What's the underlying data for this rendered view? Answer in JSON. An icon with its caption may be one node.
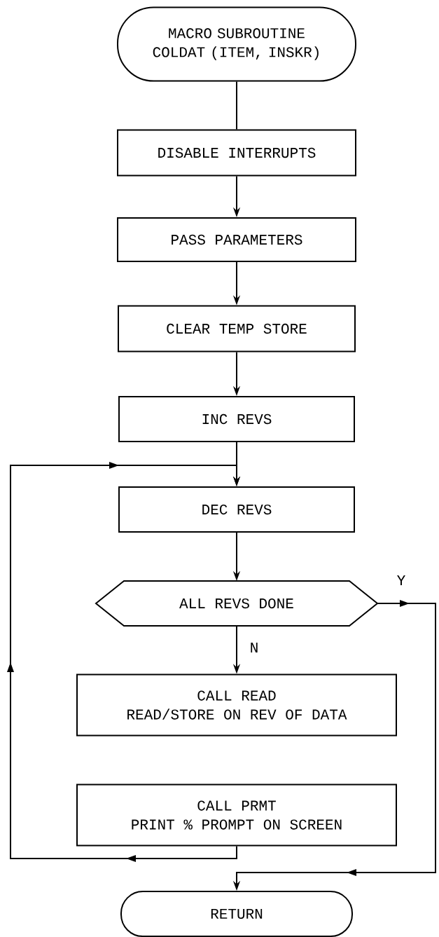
{
  "diagram": {
    "nodes": [
      {
        "text": [
          "MACRO SUBROUTINE COLDAT (ITEM, INSKR)"
        ]
      },
      {
        "text": [
          "DISABLE INTERRUPTS"
        ]
      },
      {
        "text": [
          "PASS PARAMETERS"
        ]
      },
      {
        "text": [
          "CLEAR TEMP STORE"
        ]
      },
      {
        "text": [
          "INC REVS"
        ]
      },
      {
        "text": [
          "DEC REVS"
        ]
      },
      {
        "text": [
          "ALL REVS DONE"
        ]
      },
      {
        "text": [
          "CALL READ",
          "READ/STORE ON REV OF DATA"
        ]
      },
      {
        "text": [
          "CALL PRMT",
          "PRINT % PROMPT ON SCREEN"
        ]
      },
      {
        "text": [
          "RETURN"
        ]
      }
    ],
    "edges": [
      {
        "from": 0,
        "to": 1,
        "arrow": "none"
      },
      {
        "from": 1,
        "to": 2,
        "arrow": "to"
      },
      {
        "from": 2,
        "to": 3,
        "arrow": "to"
      },
      {
        "from": 3,
        "to": 4,
        "arrow": "to"
      },
      {
        "from": 4,
        "to": 5,
        "arrow": "to"
      },
      {
        "from": 5,
        "to": 6,
        "arrow": "to"
      },
      {
        "from": 6,
        "to": 7,
        "arrow": "to",
        "label": "N"
      },
      {
        "from": 6,
        "to": 9,
        "arrow": "to",
        "label": "Y"
      },
      {
        "from": 8,
        "to": 5,
        "arrow": "to"
      }
    ]
  }
}
